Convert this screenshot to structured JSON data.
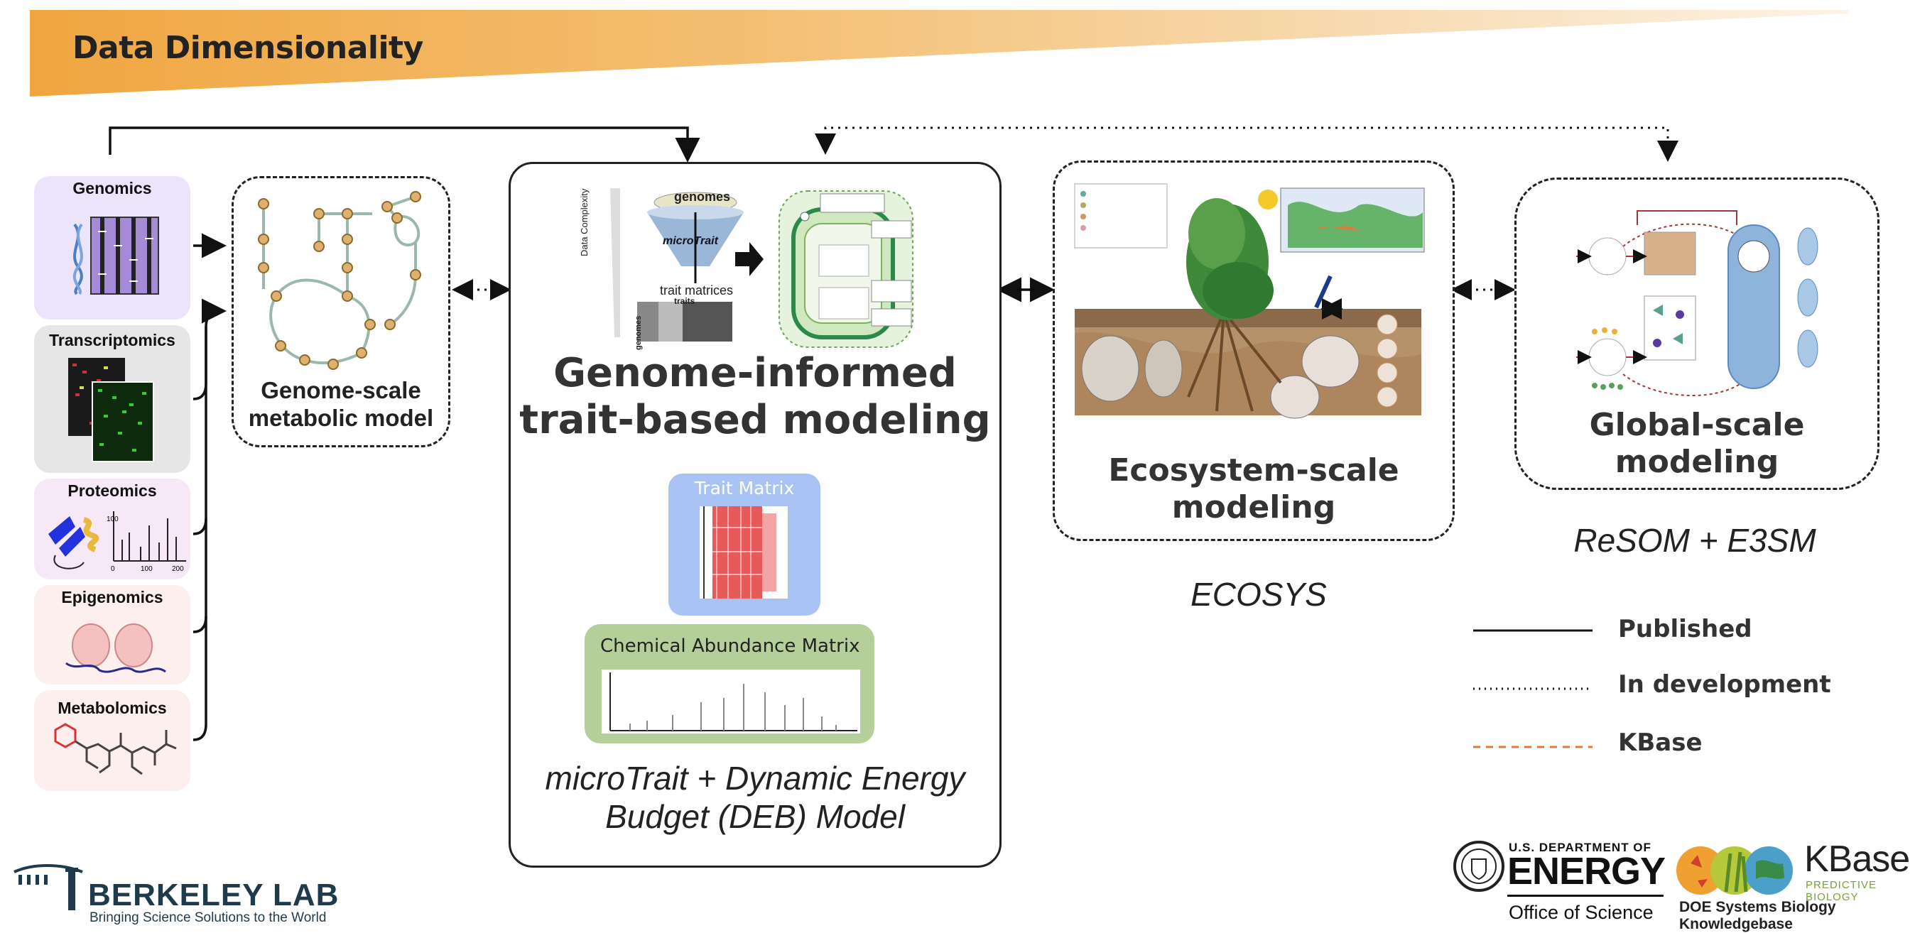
{
  "header": {
    "title": "Data Dimensionality"
  },
  "omics": [
    {
      "label": "Genomics"
    },
    {
      "label": "Transcriptomics"
    },
    {
      "label": "Proteomics"
    },
    {
      "label": "Epigenomics"
    },
    {
      "label": "Metabolomics"
    }
  ],
  "proteomics_axis": {
    "y_tick": "100",
    "x_ticks": [
      "0",
      "100",
      "200"
    ]
  },
  "genome_scale": {
    "title": "Genome-scale metabolic model"
  },
  "trait_based": {
    "title": "Genome-informed trait-based modeling",
    "funnel_top": "genomes",
    "funnel_mid": "microTrait",
    "funnel_bottom": "trait matrices",
    "axis_label": "Data Complexity",
    "matrix_cols": "traits",
    "matrix_rows": "genomes",
    "trait_matrix": "Trait Matrix",
    "chemical_matrix": "Chemical Abundance Matrix",
    "caption": "microTrait + Dynamic Energy Budget (DEB) Model"
  },
  "ecosystem": {
    "title": "Ecosystem-scale modeling",
    "caption": "ECOSYS"
  },
  "global": {
    "title": "Global-scale modeling",
    "caption": "ReSOM + E3SM"
  },
  "legend": {
    "published": "Published",
    "in_development": "In development",
    "kbase": "KBase"
  },
  "colors": {
    "banner": "#f0a640",
    "kbase_arrow": "#e07a35",
    "trait_matrix_bg": "#a9c3f5",
    "chemical_bg": "#b5cf9a"
  },
  "logos": {
    "berkeley_name": "BERKELEY LAB",
    "berkeley_tagline": "Bringing Science Solutions to the World",
    "doe_dept": "U.S. DEPARTMENT OF",
    "doe_energy": "ENERGY",
    "doe_office": "Office of Science",
    "kbase_name": "KBase",
    "kbase_tag": "PREDICTIVE BIOLOGY",
    "kbase_full": "DOE Systems Biology Knowledgebase"
  }
}
